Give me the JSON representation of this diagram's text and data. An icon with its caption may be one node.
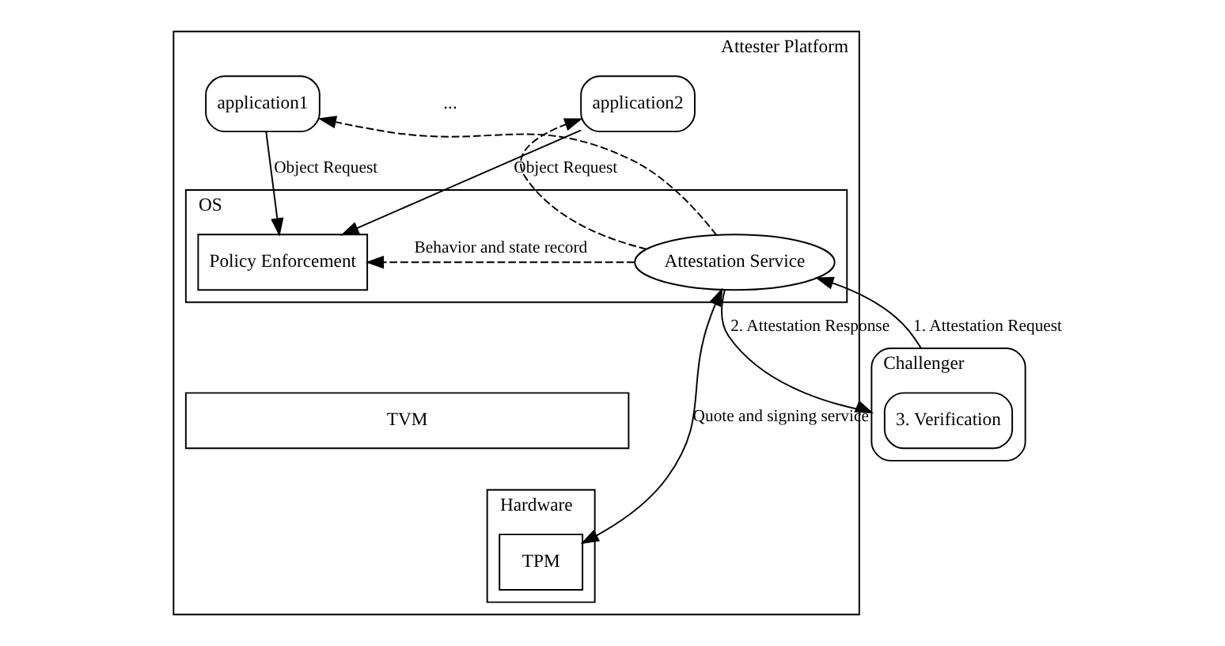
{
  "diagram": {
    "nodes": [
      {
        "text": [
          "Attester Platform"
        ]
      },
      {
        "text": [
          "application1"
        ],
        "in": 0
      },
      {
        "text": [
          "application2"
        ],
        "in": 0
      },
      {
        "text": [
          "OS"
        ],
        "in": 0
      },
      {
        "text": [
          "Policy Enforcement"
        ],
        "in": 3
      },
      {
        "text": [
          "Attestation Service"
        ],
        "in": 3
      },
      {
        "text": [
          "TVM"
        ],
        "in": 0
      },
      {
        "text": [
          "Hardware"
        ],
        "in": 0
      },
      {
        "text": [
          "TPM"
        ],
        "in": 7
      },
      {
        "text": [
          "Challenger"
        ]
      },
      {
        "text": [
          "3. Verification"
        ],
        "in": 9
      }
    ],
    "edges": [
      {
        "from": 1,
        "to": 4,
        "arrow": "to",
        "label": "Object Request"
      },
      {
        "from": 2,
        "to": 4,
        "arrow": "to",
        "label": "Object Request"
      },
      {
        "from": 5,
        "to": 1,
        "arrow": "to",
        "style": "dashed"
      },
      {
        "from": 5,
        "to": 2,
        "arrow": "to",
        "style": "dashed"
      },
      {
        "from": 5,
        "to": 4,
        "arrow": "to",
        "style": "dashed",
        "label": "Behavior and state record"
      },
      {
        "from": 5,
        "to": 9,
        "arrow": "to",
        "label": "2. Attestation Response"
      },
      {
        "from": 9,
        "to": 5,
        "arrow": "to",
        "label": "1. Attestation Request"
      },
      {
        "from": 5,
        "to": 8,
        "arrow": "both",
        "label": "Quote and signing service"
      }
    ],
    "labels": [
      "..."
    ]
  }
}
